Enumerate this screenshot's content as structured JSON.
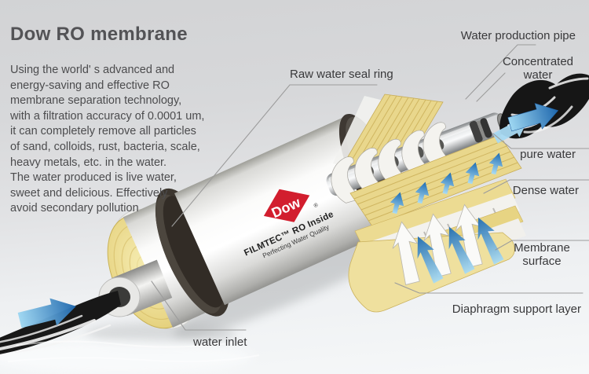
{
  "title": "Dow RO membrane",
  "description": "Using the world' s advanced and\nenergy-saving and effective RO\nmembrane separation technology,\nwith a filtration accuracy of 0.0001 um,\nit can completely remove all particles\nof sand, colloids, rust, bacteria, scale,\nheavy metals, etc. in the water.\nThe water produced is live water,\nsweet and delicious. Effectively\navoid secondary pollution",
  "callouts": {
    "raw_water_seal_ring": "Raw water seal ring",
    "water_production_pipe": "Water production pipe",
    "concentrated_water": "Concentrated water",
    "pure_water": "pure water",
    "dense_water": "Dense water",
    "membrane_surface": "Membrane surface",
    "diaphragm_support_layer": "Diaphragm support layer",
    "water_inlet": "water inlet"
  },
  "vessel_print": {
    "brand": "Dow",
    "registered_mark": "®",
    "line1": "FILMTEC™ RO Inside",
    "line2": "Perfecting Water Quality"
  },
  "icons": {
    "flow_arrow": "blue-flow-direction-arrow",
    "permeate_arrow": "white-permeate-flow-arrow"
  },
  "colors": {
    "brand_red": "#d21e2e",
    "membrane_yellow": "#e9d78c",
    "flow_arrow_blue_dark": "#1e6cb2",
    "flow_arrow_blue_light": "#9ed7f2",
    "seal_ring_dark": "#3c362f",
    "callout_line": "#9c9c9c",
    "text_dark": "#4c4c4e"
  }
}
